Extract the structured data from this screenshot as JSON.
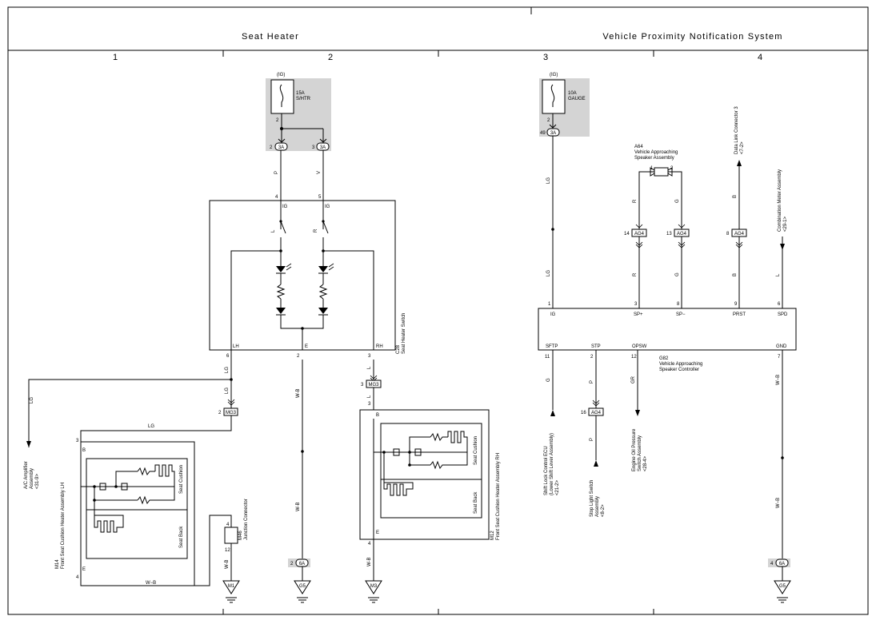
{
  "header": {
    "left_title": "Seat Heater",
    "right_title": "Vehicle Proximity Notification System",
    "columns": [
      "1",
      "2",
      "3",
      "4"
    ]
  },
  "seat_heater": {
    "ig": "(IG)",
    "fuse": "15A",
    "fuse_name": "S/HTR",
    "fuse_pin": "2",
    "jb_3a": "3A",
    "jb_3a_pin_l": "2",
    "jb_3a_pin_r": "3",
    "wire_p": "P",
    "wire_v": "V",
    "sw_pin_4": "4",
    "sw_pin_5": "5",
    "ig_label": "IG",
    "l_label": "L",
    "r_label": "R",
    "lh_label": "LH",
    "e_label": "E",
    "rh_label": "RH",
    "sw_pin_6": "6",
    "sw_pin_2": "2",
    "sw_pin_3": "3",
    "switch_name": "C28\nSeat Heater Switch",
    "wire_lg": "LG",
    "wire_wb": "W-B",
    "wire_l": "L",
    "mg3": "MG3",
    "mg3_pin_2": "2",
    "mg3_pin_3": "3",
    "ac_amp": "A/C Amplifier\nAssembly\n<31-9>",
    "lh_heater": "M14\nFront Seat Cushion Heater Assembly LH",
    "rh_heater": "M12\nFront Seat Cushion Heater Assembly RH",
    "b_label": "B",
    "e_pin": "E",
    "seat_cushion": "Seat Cushion",
    "seat_back": "Seat Back",
    "pin_3": "3",
    "pin_4": "4",
    "pin_12": "12",
    "junction": "M46\nJunction Connector",
    "ground_m1": "M1",
    "ground_g5": "G5",
    "ground_m3": "M3",
    "jb_6a": "6A",
    "jb_6a_pin": "2",
    "wire_wb_lower": "W−B"
  },
  "vpns": {
    "ig": "(IG)",
    "fuse": "10A",
    "fuse_name": "GAUGE",
    "fuse_pin": "2",
    "jb_3a": "3A",
    "jb_pin": "49",
    "wire_lg": "LG",
    "speaker": "A64\nVehicle Approaching\nSpeaker Assembly",
    "spk_pin_1": "1",
    "spk_pin_2": "2",
    "wire_r": "R",
    "wire_g": "G",
    "wire_b": "B",
    "wire_l": "L",
    "ag4": "AG4",
    "ag4_pin_14": "14",
    "ag4_pin_13": "13",
    "ag4_pin_8": "8",
    "dlc3": "Data Link Connector 3\n<7-2>",
    "combo_meter": "Combination Meter Assembly\n<29-1>",
    "ctrl_pins_top": [
      "1",
      "3",
      "8",
      "9",
      "6"
    ],
    "ctrl_labels_top": [
      "IG",
      "SP+",
      "SP−",
      "PRST",
      "SPD"
    ],
    "ctrl_pins_bot": [
      "11",
      "2",
      "12",
      "7"
    ],
    "ctrl_labels_bot": [
      "SFTP",
      "STP",
      "OPSW",
      "GND"
    ],
    "controller": "G82\nVehicle Approaching\nSpeaker Controller",
    "wire_p": "P",
    "wire_gr": "GR",
    "wire_wb": "W−B",
    "ag4_pin_16": "16",
    "shift_lock": "Shift Lock Control ECU\n(Lower Shift Lever Assembly)\n<21-2>",
    "stop_light": "Stop Light Switch\nAssembly\n<8-2>",
    "oil_pressure": "Engine Oil Pressure\nSwitch Assembly\n<28-4>",
    "jb_6a": "6A",
    "jb_6a_pin": "4",
    "ground_g5": "G5"
  }
}
